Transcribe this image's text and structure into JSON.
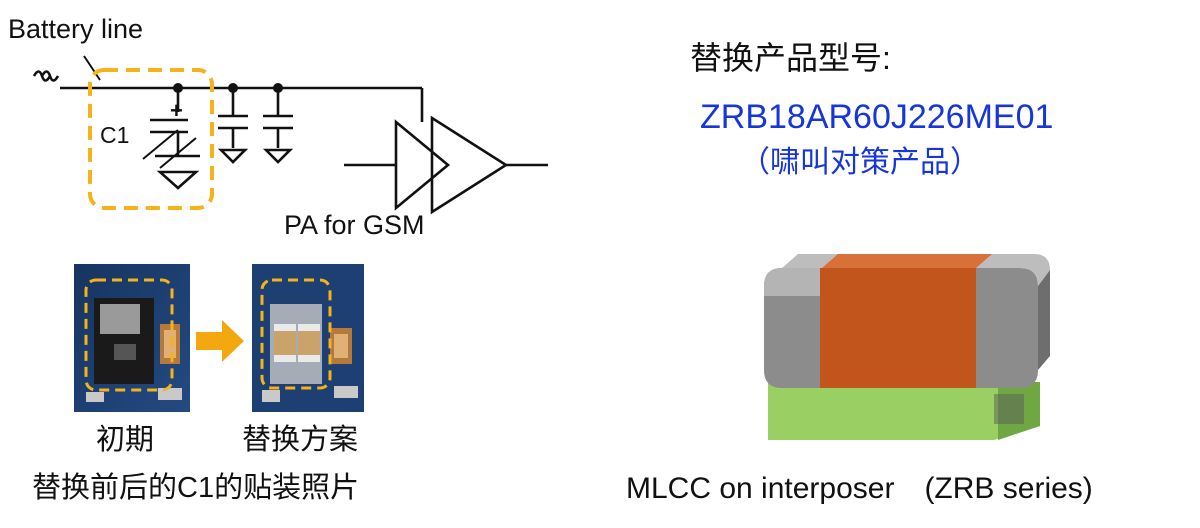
{
  "circuit": {
    "battery_label": "Battery line",
    "cap_label": "C1",
    "plus_sign": "+",
    "pa_label": "PA for GSM"
  },
  "photos": {
    "before_caption": "初期",
    "after_caption": "替换方案",
    "bottom_caption": "替换前后的C1的贴装照片"
  },
  "product": {
    "heading": "替换产品型号:",
    "part_number": "ZRB18AR60J226ME01",
    "note": "（啸叫对策产品）",
    "caption": "MLCC on interposer　(ZRB series)"
  },
  "colors": {
    "highlight_dash": "#f5b21b",
    "arrow": "#f4a80f",
    "part_number_text": "#1736d9",
    "mlcc_body": "#c2551c",
    "mlcc_terminal": "#8c8c8c",
    "interposer": "#9ad063",
    "pcb": "#1d3f72"
  }
}
